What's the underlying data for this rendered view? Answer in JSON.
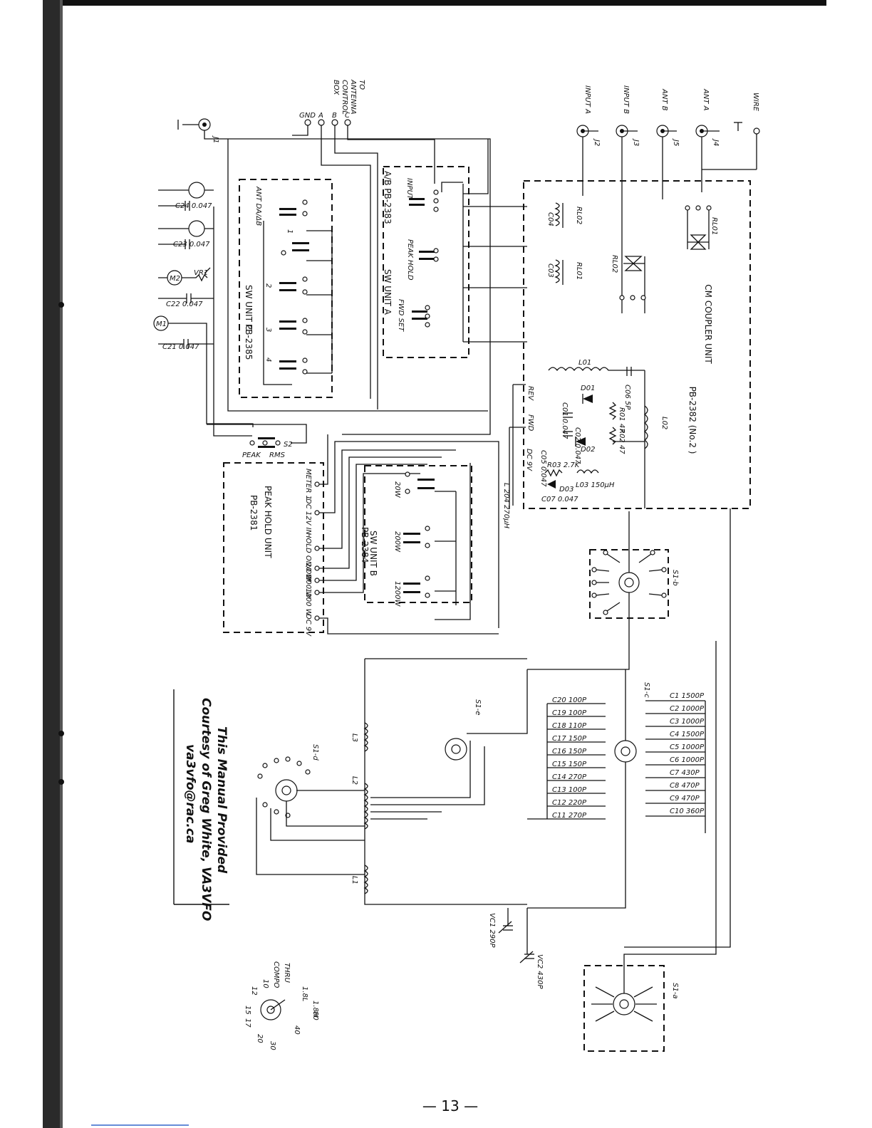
{
  "units": {
    "cm_coupler": {
      "title": "CM COUPLER UNIT",
      "part": "PB-2382 (No.2 )"
    },
    "sw_unit_a": {
      "title": "SW UNIT A",
      "part": "A/B  PB-2383",
      "switches": [
        "INPUT",
        "PEAK HOLD",
        "FWD SET"
      ]
    },
    "sw_unit_c": {
      "title": "SW UNIT C",
      "part": "PB-2385",
      "switches": [
        "ANT DA/ΔB",
        "1",
        "2",
        "3",
        "4"
      ]
    },
    "sw_unit_b": {
      "title": "SW UNIT B",
      "part": "PB-2384",
      "switches": [
        "20W",
        "200W",
        "1200W"
      ]
    },
    "peak_hold": {
      "title": "PEAK HOLD UNIT",
      "part": "PB-2381",
      "pins": [
        "METER 1",
        "DC 12V IN",
        "HOLD ON/OFF",
        "20 W",
        "200 W",
        "1200 W",
        "DC 9V"
      ]
    }
  },
  "connectors": {
    "wire": "WIRE",
    "ant_a": "ANT A",
    "ant_b": "ANT B",
    "input_b": "INPUT B",
    "input_a": "INPUT A",
    "j4": "J4",
    "j5": "J5",
    "j3": "J3",
    "j2": "J2",
    "j1": "J1",
    "control_box": "TO ANTENNA CONTROL BOX",
    "pins": [
      "C",
      "B",
      "A",
      "GND"
    ]
  },
  "relays": [
    "RL01",
    "RL02",
    "RL02",
    "RL01"
  ],
  "coupler_parts": {
    "c04": "C04",
    "c03": "C03",
    "l01": "L01",
    "c06": "C06 5P",
    "d01": "D01",
    "d02": "D02",
    "r01": "R01 47",
    "r02": "R02 47",
    "l02": "L02",
    "c01": "C01 0.047",
    "c02": "C02 0.047",
    "c05": "C05 0.047",
    "r03": "R03 2.7K",
    "l03": "L03 150µH",
    "d03": "D03",
    "c07": "C07 0.047",
    "rev": "REV",
    "fwd": "FWD",
    "dc9v": "DC 9V",
    "l204": "L 204 270µH"
  },
  "meter_parts": {
    "c24": "C24 0.047",
    "c23": "C23 0.047",
    "c22": "C22 0.047",
    "c21": "C21 0.047",
    "vr1": "VR1",
    "m2": "M2",
    "m1": "M1"
  },
  "switch_s2": {
    "label": "S2",
    "positions": [
      "PEAK",
      "RMS"
    ]
  },
  "rotary": [
    "S1-b",
    "S1-c",
    "S1-e",
    "S1-d",
    "S1-a"
  ],
  "caps_left": [
    "C20 100P",
    "C19 100P",
    "C18 110P",
    "C17 150P",
    "C16 150P",
    "C15 150P",
    "C14 270P",
    "C13 100P",
    "C12 220P",
    "C11 270P"
  ],
  "caps_right": [
    "C1 1500P",
    "C2 1000P",
    "C3 1000P",
    "C4 1500P",
    "C5 1000P",
    "C6 1000P",
    "C7 430P",
    "C8 470P",
    "C9 470P",
    "C10 360P"
  ],
  "coils": [
    "L3",
    "L2",
    "L1"
  ],
  "variable_caps": [
    "VC1 290P",
    "VC2 430P"
  ],
  "band_switch": [
    "THRU",
    "COMPO",
    "1.8L",
    "1.8H",
    "10",
    "12",
    "15",
    "17",
    "20",
    "30",
    "40",
    "80"
  ],
  "credit": [
    "This Manual Provided",
    "Courtesy of Greg White, VA3VFO",
    "va3vfo@rac.ca"
  ],
  "page_number": "— 13 —"
}
